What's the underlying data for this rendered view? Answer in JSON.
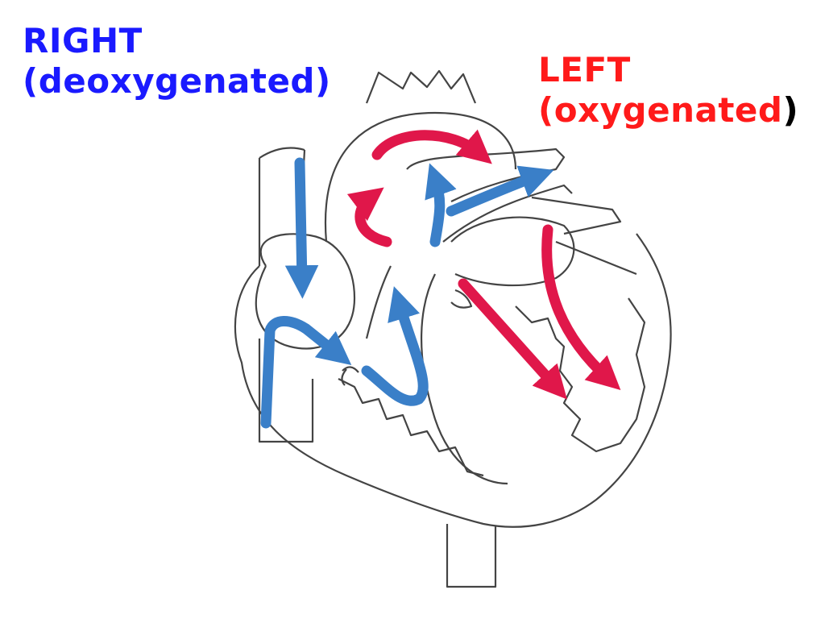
{
  "labels": {
    "right_title": "RIGHT",
    "right_subtitle": "(deoxygenated)",
    "left_title": "LEFT",
    "left_open_paren": "(",
    "left_subtitle_word": "oxygenated",
    "left_close_paren": ")"
  },
  "colors": {
    "right_text": "#1a1aff",
    "left_text": "#ff1a1a",
    "paren_black": "#000000",
    "deoxygenated_arrow": "#3a7fc8",
    "oxygenated_arrow": "#e0174a",
    "outline": "#444444"
  }
}
